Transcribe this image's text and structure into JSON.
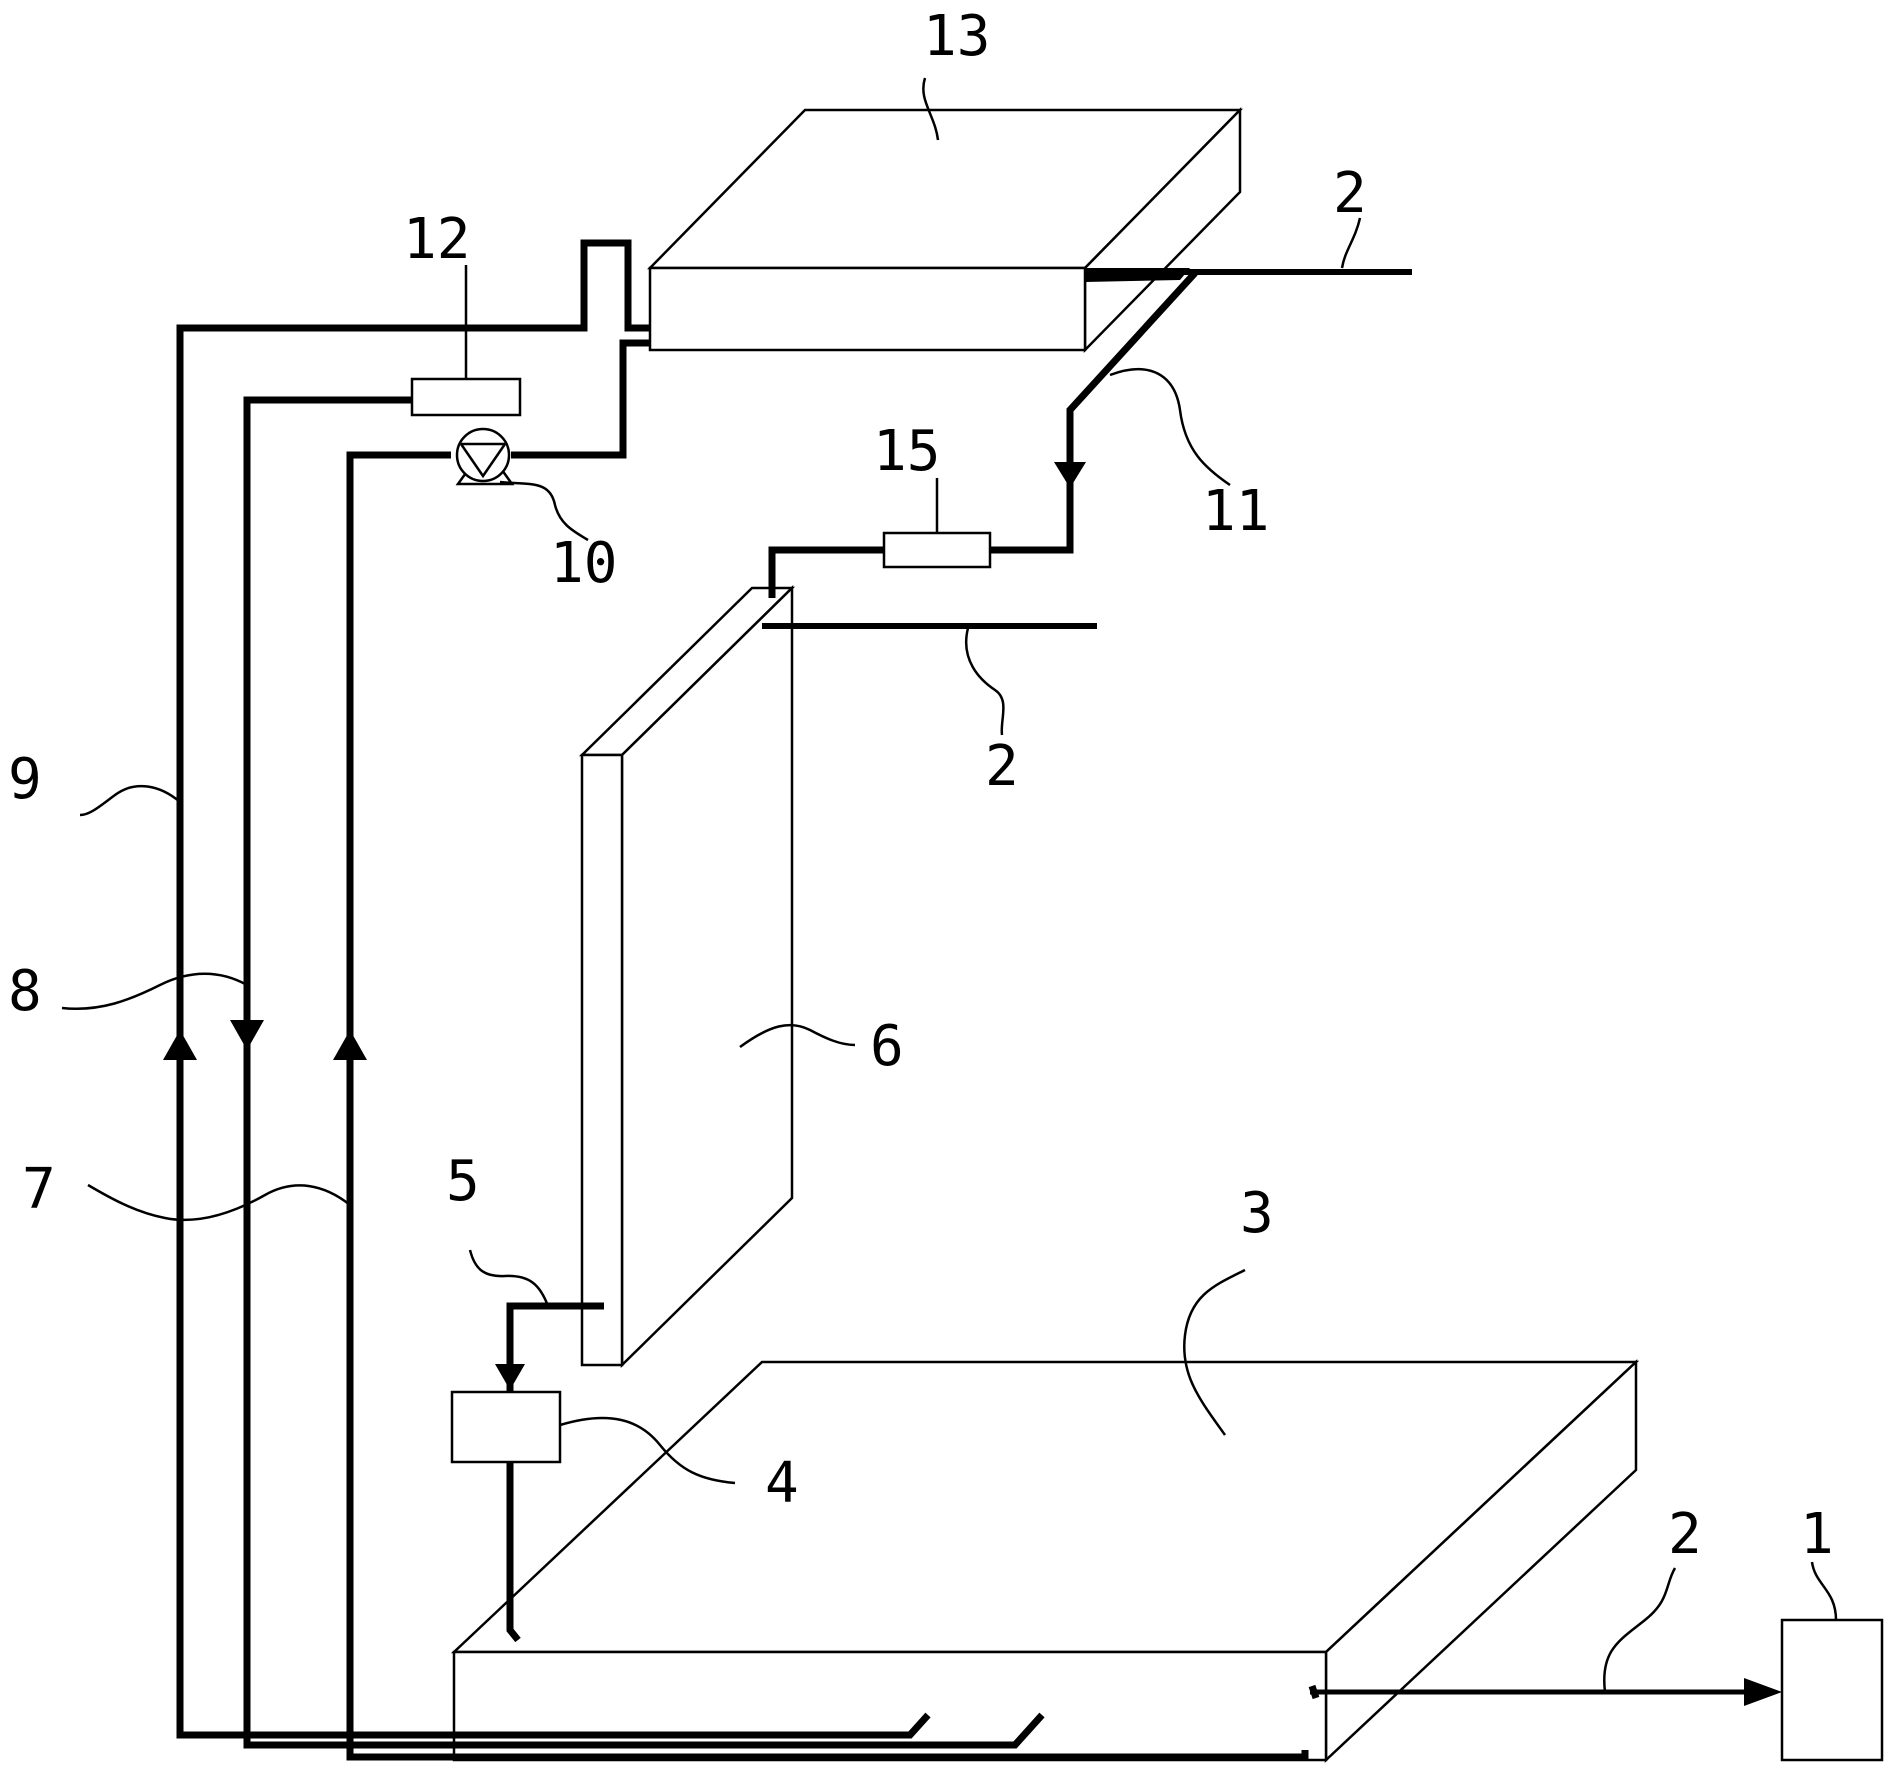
{
  "figure": {
    "labels": {
      "l1": "1",
      "l2a": "2",
      "l2b": "2",
      "l2c": "2",
      "l3": "3",
      "l4": "4",
      "l5": "5",
      "l6": "6",
      "l7": "7",
      "l8": "8",
      "l9": "9",
      "l10": "10",
      "l11": "11",
      "l12": "12",
      "l13": "13",
      "l15": "15"
    }
  }
}
